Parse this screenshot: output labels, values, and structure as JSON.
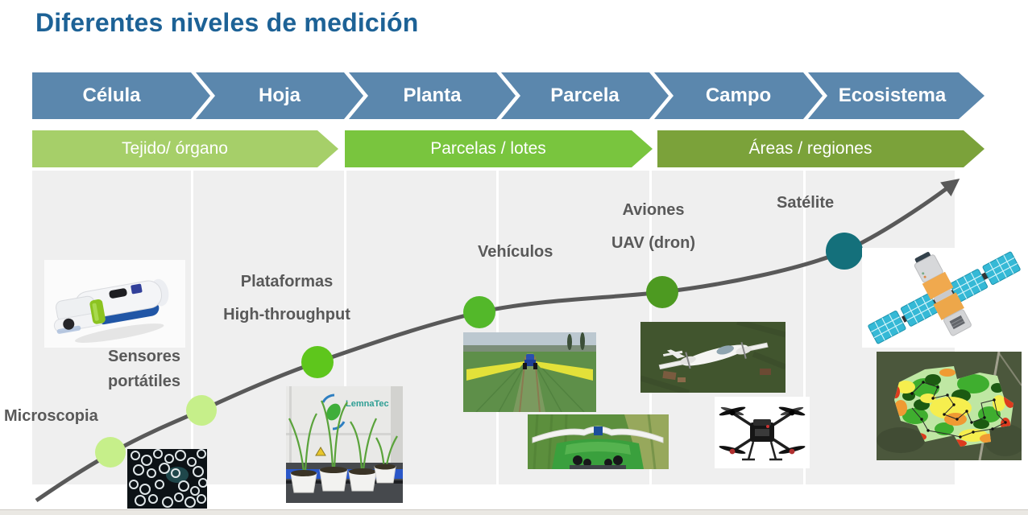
{
  "slide": {
    "title": "Diferentes niveles de medición"
  },
  "scale": {
    "items": [
      "Célula",
      "Hoja",
      "Planta",
      "Parcela",
      "Campo",
      "Ecosistema"
    ]
  },
  "zones": {
    "items": [
      "Tejido/ órgano",
      "Parcelas / lotes",
      "Áreas / regiones"
    ]
  },
  "annotations": {
    "microscopy": "Microscopia",
    "sensors_line1": "Sensores",
    "sensors_line2": "portátiles",
    "platforms_line1": "Plataformas",
    "platforms_line2": "High-throughput",
    "vehicles": "Vehículos",
    "planes": "Aviones",
    "uav": "UAV (dron)",
    "satellite": "Satélite"
  },
  "images": {
    "lemnatec_logo_text": "LemnaTec",
    "names": [
      "portable-sensor-photo",
      "microscopy-photo",
      "lemnatec-platform-photo",
      "tractor-field-photo",
      "boom-vehicle-photo",
      "airplane-photo",
      "drone-photo",
      "satellite-render",
      "field-heatmap-photo"
    ]
  },
  "colors": {
    "title_blue": "#1d6296",
    "chevron_blue": "#5b87ad",
    "zone_light_green": "#a6cf69",
    "zone_mid_green": "#79c53e",
    "zone_olive_green": "#7ba23a",
    "panel_gray": "#efefef",
    "curve_gray": "#595959",
    "label_gray": "#595959",
    "dot_pale_green": "#c6ef8a",
    "dot_bright_green": "#5ec61c",
    "dot_mid_green": "#53b82a",
    "dot_dark_green": "#4d9a21",
    "dot_teal": "#14707b"
  }
}
